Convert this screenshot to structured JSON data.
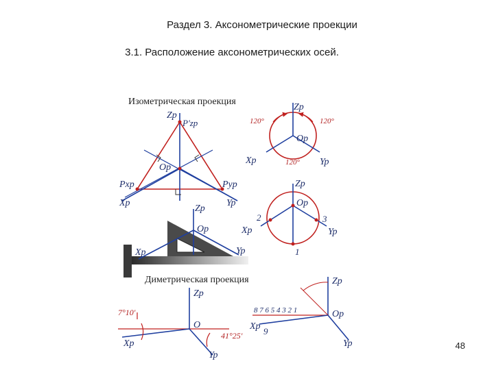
{
  "heading": "Раздел 3. Аксонометрические проекции",
  "subheading": "3.1. Расположение аксонометрических осей.",
  "page_number": "48",
  "colors": {
    "axis": "#1f3f9f",
    "construction": "#c0201e",
    "text": "#1a1a1a",
    "label": "#1f2f6b"
  },
  "figure": {
    "isometric_caption": "Изометрическая проекция",
    "dimetric_caption": "Диметрическая проекция",
    "labels": {
      "zp": "Zp",
      "xp": "Xp",
      "yp": "Yp",
      "op": "Op",
      "o": "O",
      "pzp": "P'zp",
      "pxp": "Pxp",
      "pyp": "Pyp",
      "angle_120": "120°",
      "angle_7_10": "7°10'",
      "angle_41_25": "41°25'",
      "n1": "1",
      "n2": "2",
      "n3": "3",
      "n9": "9",
      "scale": "8 7 6 5 4 3 2 1"
    }
  }
}
